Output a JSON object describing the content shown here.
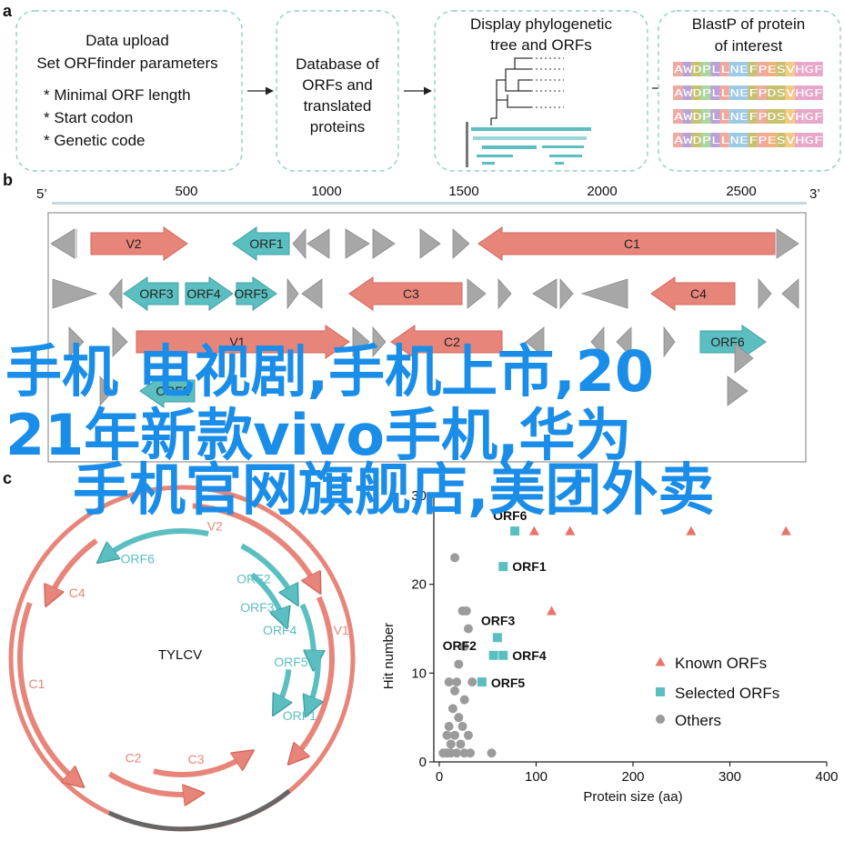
{
  "panels": {
    "a": "a",
    "b": "b",
    "c": "c"
  },
  "panel_a": {
    "box1": {
      "title1": "Data upload",
      "title2": "Set ORFfinder parameters",
      "bullets": [
        "* Minimal ORF length",
        "* Start codon",
        "* Genetic code"
      ]
    },
    "box2": {
      "lines": [
        "Database of",
        "ORFs and",
        "translated",
        "proteins"
      ]
    },
    "box3": {
      "lines": [
        "Display phylogenetic",
        "tree and ORFs"
      ]
    },
    "box4": {
      "lines": [
        "BlastP of protein",
        "of interest"
      ],
      "sequences": [
        "AWDPLLNEFPESVHGF",
        "AWDPLLNEFPDSVHGF",
        "AWDPLLNEFPDSVHGF",
        "AWDPLLNEFPESVHGF"
      ]
    }
  },
  "panel_b": {
    "end5": "5’",
    "end3": "3’",
    "ticks": [
      "500",
      "1000",
      "1500",
      "2000",
      "2500"
    ],
    "labels": {
      "V2": "V2",
      "ORF1": "ORF1",
      "C1": "C1",
      "ORF3": "ORF3",
      "ORF4": "ORF4",
      "ORF5": "ORF5",
      "C3": "C3",
      "C4": "C4",
      "V1": "V1",
      "C2": "C2",
      "ORF6": "ORF6",
      "ORF2": "ORF2"
    }
  },
  "panel_c": {
    "genome_name": "TYLCV",
    "labels": {
      "V2": "V2",
      "ORF6": "ORF6",
      "C4": "C4",
      "C1": "C1",
      "ORF2": "ORF2",
      "ORF3": "ORF3",
      "ORF4": "ORF4",
      "ORF5": "ORF5",
      "V1": "V1",
      "ORF1": "ORF1",
      "C2": "C2",
      "C3": "C3"
    }
  },
  "chart_data": {
    "type": "scatter",
    "xlabel": "Protein size (aa)",
    "ylabel": "Hit number",
    "xlim": [
      0,
      400
    ],
    "ylim": [
      0,
      30
    ],
    "xticks": [
      "0",
      "100",
      "200",
      "300",
      "400"
    ],
    "yticks": [
      "0",
      "10",
      "20"
    ],
    "top_tick_partial": "30",
    "legend_position": "right",
    "series": [
      {
        "name": "Known ORFs",
        "marker": "triangle",
        "color": "#e8756a",
        "points": [
          [
            98,
            26
          ],
          [
            135,
            26
          ],
          [
            260,
            26
          ],
          [
            358,
            26
          ],
          [
            116,
            17
          ]
        ]
      },
      {
        "name": "Selected ORFs",
        "marker": "square",
        "color": "#5bbfc1",
        "points": [
          [
            78,
            26
          ],
          [
            66,
            22
          ],
          [
            60,
            14
          ],
          [
            56,
            12
          ],
          [
            66,
            12
          ],
          [
            44,
            9
          ]
        ],
        "labels": [
          "ORF6",
          "ORF1",
          "ORF3",
          "ORF2",
          "ORF4",
          "ORF5"
        ]
      },
      {
        "name": "Others",
        "marker": "circle",
        "color": "#9b9b9b",
        "points": [
          [
            16,
            23
          ],
          [
            24,
            17
          ],
          [
            28,
            17
          ],
          [
            30,
            15
          ],
          [
            26,
            13
          ],
          [
            20,
            11
          ],
          [
            10,
            9
          ],
          [
            18,
            9
          ],
          [
            34,
            9
          ],
          [
            16,
            8
          ],
          [
            26,
            7
          ],
          [
            14,
            6
          ],
          [
            20,
            5
          ],
          [
            10,
            4
          ],
          [
            24,
            4
          ],
          [
            8,
            3
          ],
          [
            16,
            3
          ],
          [
            30,
            3
          ],
          [
            12,
            2
          ],
          [
            22,
            2
          ],
          [
            4,
            1
          ],
          [
            8,
            1
          ],
          [
            12,
            1
          ],
          [
            18,
            1
          ],
          [
            26,
            1
          ],
          [
            32,
            1
          ],
          [
            54,
            1
          ]
        ]
      }
    ]
  },
  "overlay": {
    "line1": "手机 电视剧,手机上市,20",
    "line2": "21年新款vivo手机,华为",
    "line3": "手机官网旗舰店,美团外卖"
  },
  "colors": {
    "salmon": "#e8857a",
    "teal": "#5bbfc1",
    "gray": "#a7a7a7",
    "overlay_blue": "#1a8de9"
  }
}
